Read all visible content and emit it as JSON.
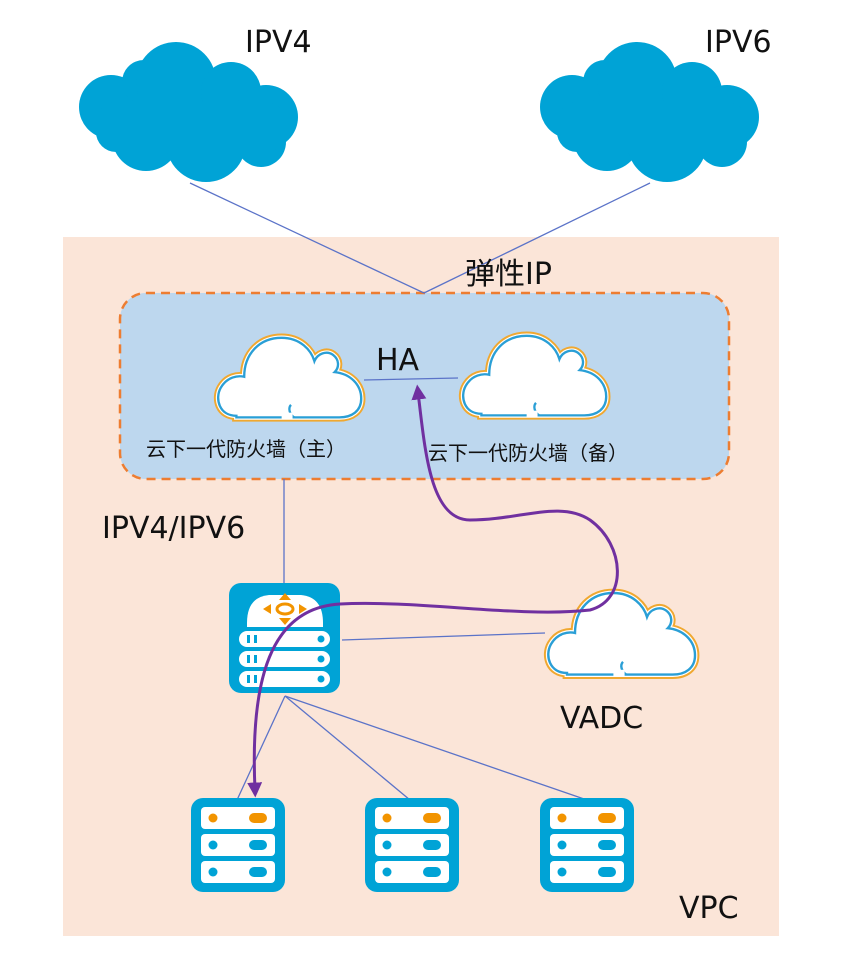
{
  "colors": {
    "vpc_background": "#fbe5d8",
    "firewall_zone_fill": "#bdd7ee",
    "firewall_zone_border": "#ed7d31",
    "internet_cloud": "#00a3d6",
    "device_blue": "#00a3d6",
    "device_orange": "#f29400",
    "cloud_outline_outer": "#f0a830",
    "cloud_outline_inner": "#2a9fd6",
    "link_line": "#5b73c8",
    "traffic_flow": "#7030a0"
  },
  "internet": {
    "ipv4": {
      "label": "IPV4",
      "icon": "cloud-icon"
    },
    "ipv6": {
      "label": "IPV6",
      "icon": "cloud-icon"
    }
  },
  "elastic_ip": {
    "label": "弹性IP"
  },
  "firewall_zone": {
    "ha_label": "HA",
    "primary": {
      "label": "云下一代防火墙（主）",
      "icon": "cloud-outline-icon"
    },
    "standby": {
      "label": "云下一代防火墙（备）",
      "icon": "cloud-outline-icon"
    }
  },
  "uplink": {
    "label": "IPV4/IPV6"
  },
  "switch": {
    "icon": "load-balancer-switch-icon"
  },
  "vadc": {
    "label": "VADC",
    "icon": "cloud-outline-icon"
  },
  "servers": [
    {
      "icon": "server-icon"
    },
    {
      "icon": "server-icon"
    },
    {
      "icon": "server-icon"
    }
  ],
  "vpc": {
    "label": "VPC"
  }
}
